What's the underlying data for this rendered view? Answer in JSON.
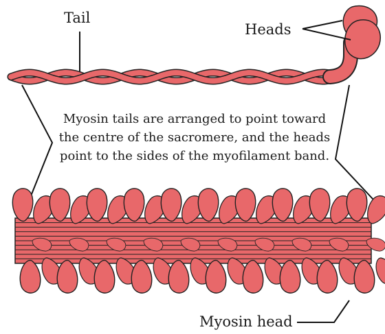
{
  "labels": {
    "tail": "Tail",
    "heads": "Heads",
    "myosin_head": "Myosin head"
  },
  "caption": {
    "line1": "Myosin tails are arranged to point toward",
    "line2": "the centre of the sacromere, and the heads",
    "line3": "point to the sides of the myofilament band."
  },
  "colors": {
    "fill": "#e8686a",
    "outline": "#222222",
    "background": "#ffffff"
  }
}
